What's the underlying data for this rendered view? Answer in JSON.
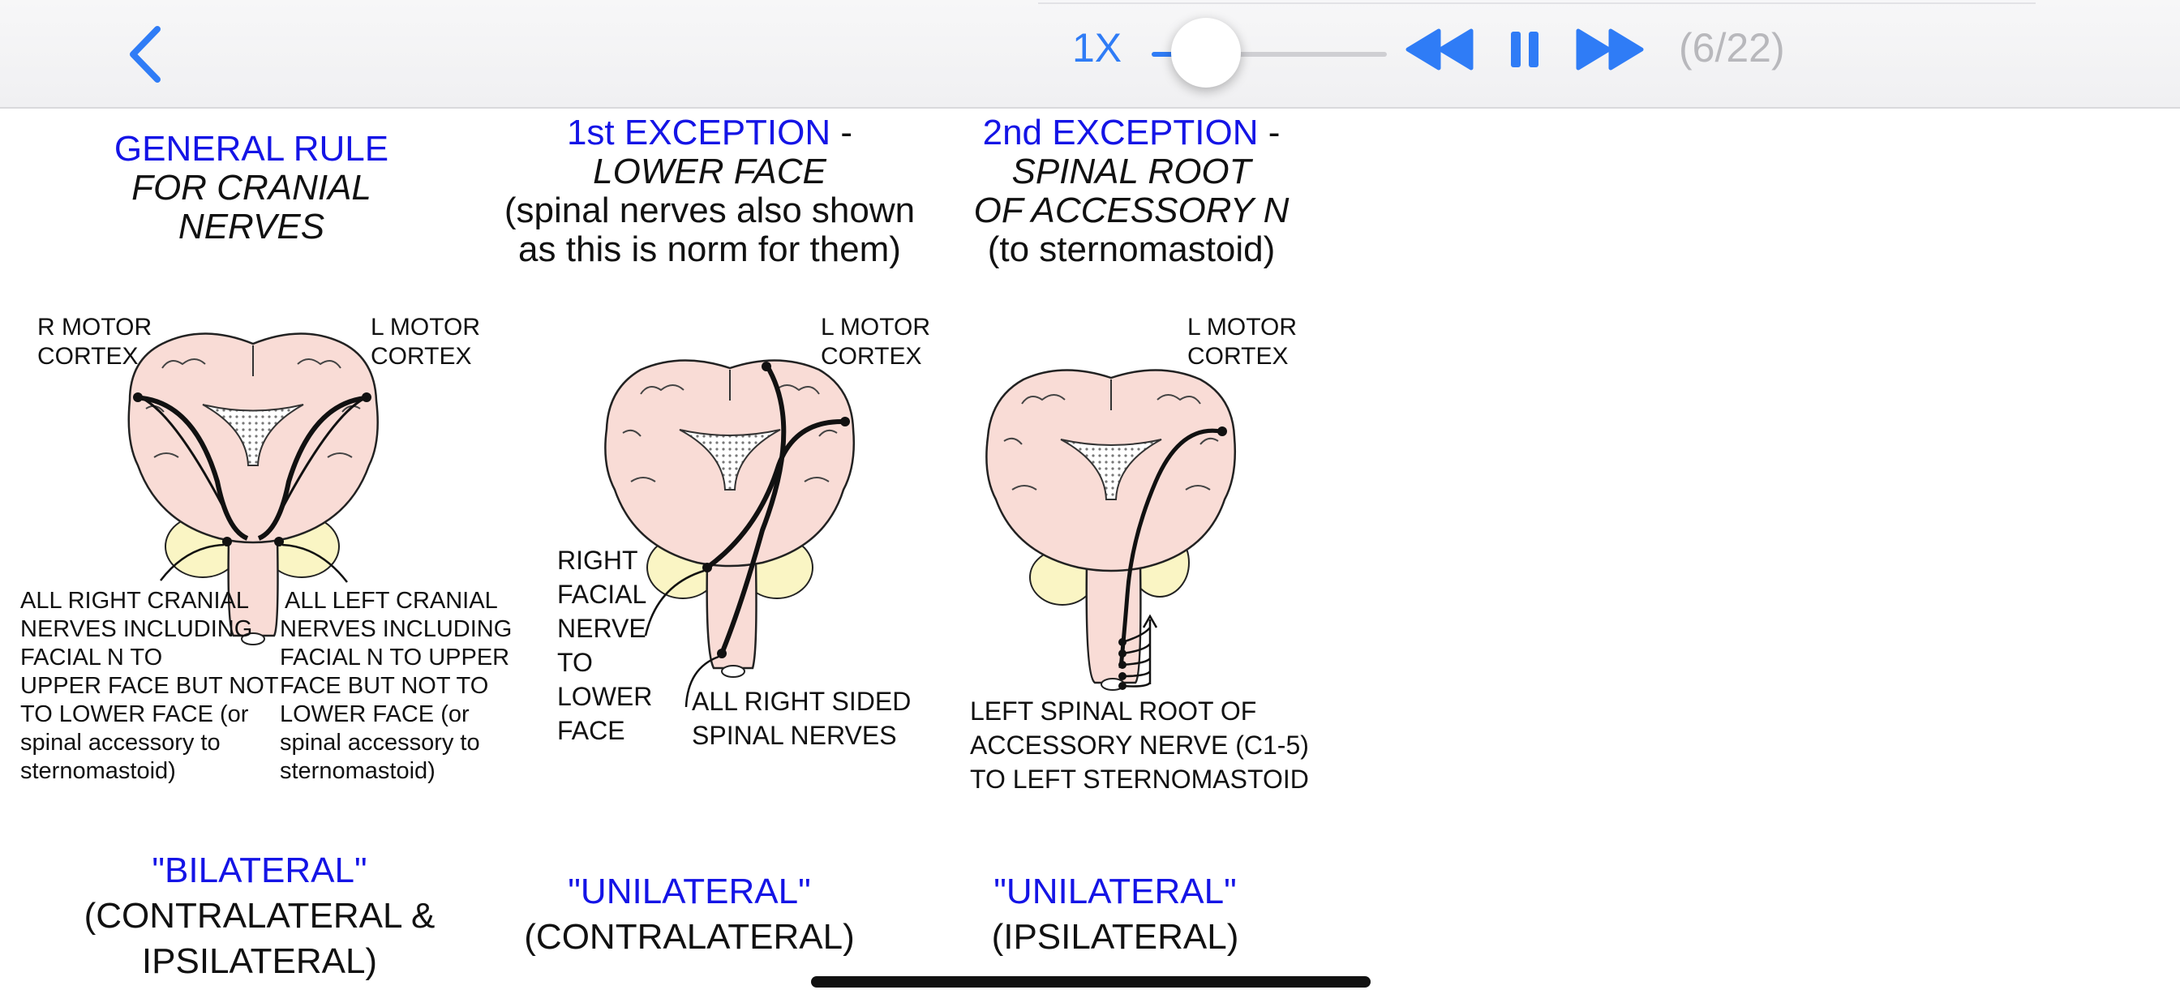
{
  "toolbar": {
    "speed": "1X",
    "progress": 0.23,
    "page_count": "(6/22)",
    "icons": {
      "back": "chevron-left-icon",
      "rewind": "rewind-icon",
      "pause": "pause-icon",
      "forward": "fast-forward-icon"
    },
    "accent_color": "#2f7cf6"
  },
  "slide": {
    "colors": {
      "heading": "#1414e6",
      "brain": "#f9dcd6",
      "brainstem": "#faf5c4"
    },
    "col1": {
      "title_line1": "GENERAL RULE",
      "title_line2": "FOR CRANIAL",
      "title_line3": "NERVES",
      "label_left": [
        "R MOTOR",
        "CORTEX"
      ],
      "label_right": [
        "L MOTOR",
        "CORTEX"
      ],
      "caption_left": [
        "ALL RIGHT CRANIAL",
        "NERVES INCLUDING",
        "FACIAL N TO",
        "UPPER FACE BUT NOT",
        "TO LOWER FACE (or",
        "spinal accessory to",
        "sternomastoid)"
      ],
      "caption_right": [
        "ALL LEFT CRANIAL",
        "NERVES INCLUDING",
        "FACIAL N TO UPPER",
        "FACE BUT NOT TO",
        "LOWER FACE (or",
        "spinal accessory to",
        "sternomastoid)"
      ],
      "bottom_line1": "\"BILATERAL\"",
      "bottom_line2": "(CONTRALATERAL &",
      "bottom_line3": "IPSILATERAL)"
    },
    "col2": {
      "title_blue": "1st EXCEPTION",
      "title_dash": " -",
      "title_line2": "LOWER FACE",
      "title_line3": "(spinal nerves also shown",
      "title_line4": "as this is norm for them)",
      "label_right": [
        "L MOTOR",
        "CORTEX"
      ],
      "caption_left": [
        "RIGHT",
        "FACIAL",
        "NERVE",
        "TO",
        "LOWER",
        "FACE"
      ],
      "caption_right": [
        "ALL RIGHT SIDED",
        "SPINAL NERVES"
      ],
      "bottom_line1": "\"UNILATERAL\"",
      "bottom_line2": "(CONTRALATERAL)"
    },
    "col3": {
      "title_blue": "2nd EXCEPTION",
      "title_dash": " -",
      "title_line2": "SPINAL ROOT",
      "title_line3": "OF ACCESSORY N",
      "title_line4": "(to sternomastoid)",
      "label_right": [
        "L MOTOR",
        "CORTEX"
      ],
      "caption": [
        "LEFT SPINAL ROOT OF",
        "ACCESSORY NERVE (C1-5)",
        "TO LEFT STERNOMASTOID"
      ],
      "bottom_line1": "\"UNILATERAL\"",
      "bottom_line2": "(IPSILATERAL)"
    }
  }
}
